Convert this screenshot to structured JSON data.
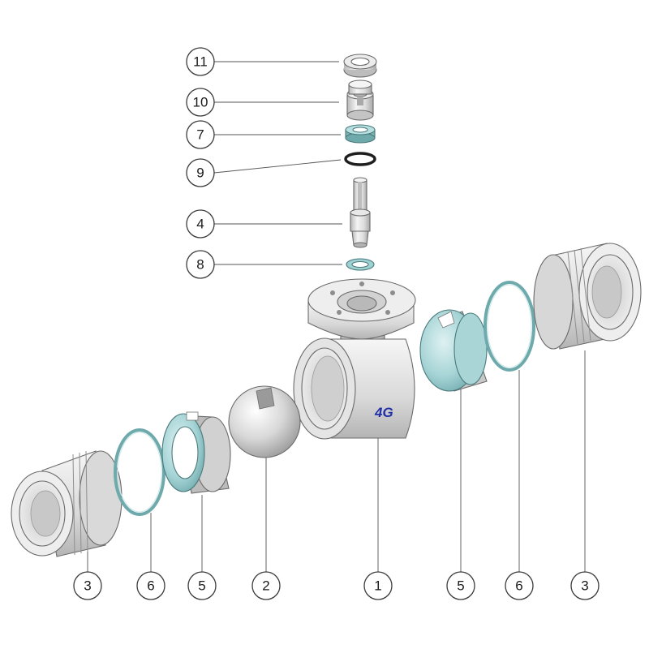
{
  "callouts": {
    "top_11": "11",
    "top_10": "10",
    "top_7": "7",
    "top_9": "9",
    "top_4": "4",
    "top_8": "8",
    "bottom_3_left": "3",
    "bottom_6_left": "6",
    "bottom_5_left": "5",
    "bottom_2": "2",
    "bottom_1": "1",
    "bottom_5_right": "5",
    "bottom_6_right": "6",
    "bottom_3_right": "3"
  },
  "logo": "4G",
  "colors": {
    "metal_light": "#f2f2f2",
    "metal_mid": "#d6d6d6",
    "metal_dark": "#a9a9a9",
    "seal_teal": "#9fd0d2",
    "seal_teal_dark": "#6ea9ab",
    "oring": "#1e1e1e",
    "logo_blue": "#2230a8"
  }
}
